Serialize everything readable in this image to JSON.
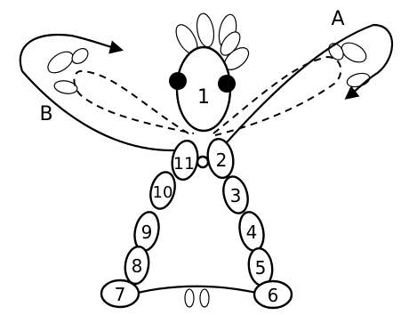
{
  "labels": {
    "a": "A",
    "b": "B",
    "n1": "1",
    "n2": "2",
    "n3": "3",
    "n4": "4",
    "n5": "5",
    "n6": "6",
    "n7": "7",
    "n8": "8",
    "n9": "9",
    "n10": "10",
    "n11": "11"
  },
  "colors": {
    "stroke": "#000000",
    "background": "#ffffff",
    "bead_fill": "#ffffff",
    "dot_fill": "#000000"
  }
}
